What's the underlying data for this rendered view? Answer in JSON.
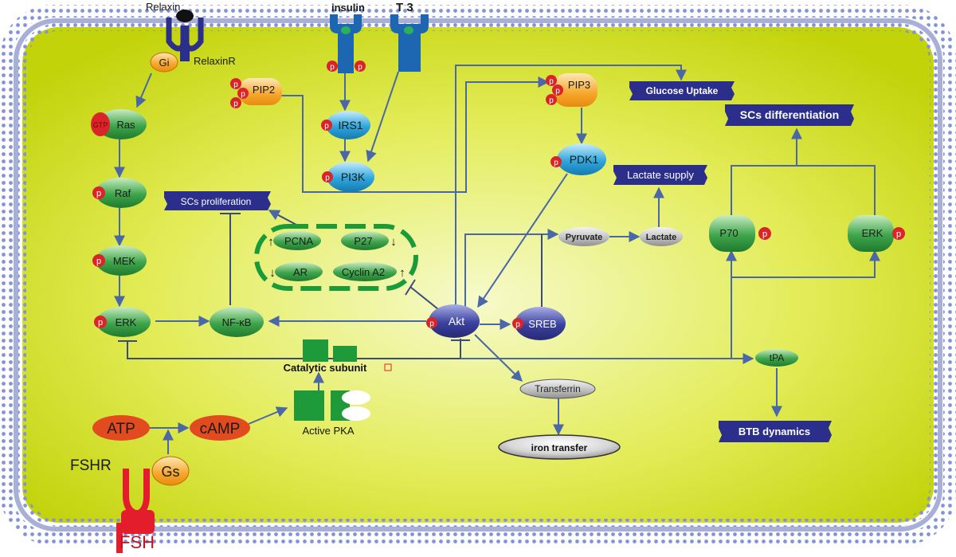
{
  "colors": {
    "membrane_outer": "#7d8fd0",
    "cytoplasm_center": "#f1f7a4",
    "cytoplasm_edge": "#c4d40c",
    "green_node": "#3ea24a",
    "blue_node": "#2ba4d9",
    "orange_node": "#f5a623",
    "navy_box": "#2b2e8a",
    "phospho": "#d9252a",
    "akt": "#3a3f9a",
    "red_node": "#e24b1f"
  },
  "receptors": {
    "relaxin": "Relaxin",
    "relaxin_r": "RelaxinR",
    "gi": "Gi",
    "insulin": "insulin",
    "t3": "T 3",
    "fshr": "FSHR",
    "fsh": "FSH",
    "gs": "Gs"
  },
  "phospho_label": "p",
  "nodes": {
    "ras": "Ras",
    "gtp": "GTP",
    "raf": "Raf",
    "mek": "MEK",
    "erk_left": "ERK",
    "nfkb": "NF-κB",
    "pip2": "PIP2",
    "irs1": "IRS1",
    "pi3k": "PI3K",
    "pip3": "PIP3",
    "pdk1": "PDK1",
    "akt": "Akt",
    "sreb": "SREB",
    "pyruvate": "Pyruvate",
    "lactate": "Lactate",
    "p70": "P70",
    "erk_right": "ERK",
    "tpa": "tPA",
    "transferrin": "Transferrin",
    "iron_transfer": "iron transfer",
    "atp": "ATP",
    "camp": "cAMP",
    "catalytic_subunit": "Catalytic subunit",
    "active_pka": "Active PKA"
  },
  "outcomes": {
    "glucose_uptake": "Glucose Uptake",
    "scs_differentiation": "SCs differentiation",
    "lactate_supply": "Lactate supply",
    "scs_proliferation": "SCs proliferation",
    "btb_dynamics": "BTB dynamics"
  },
  "cell_cycle": {
    "pcna": "PCNA",
    "p27": "P27",
    "ar": "AR",
    "cyclin_a2": "Cyclin A2"
  }
}
